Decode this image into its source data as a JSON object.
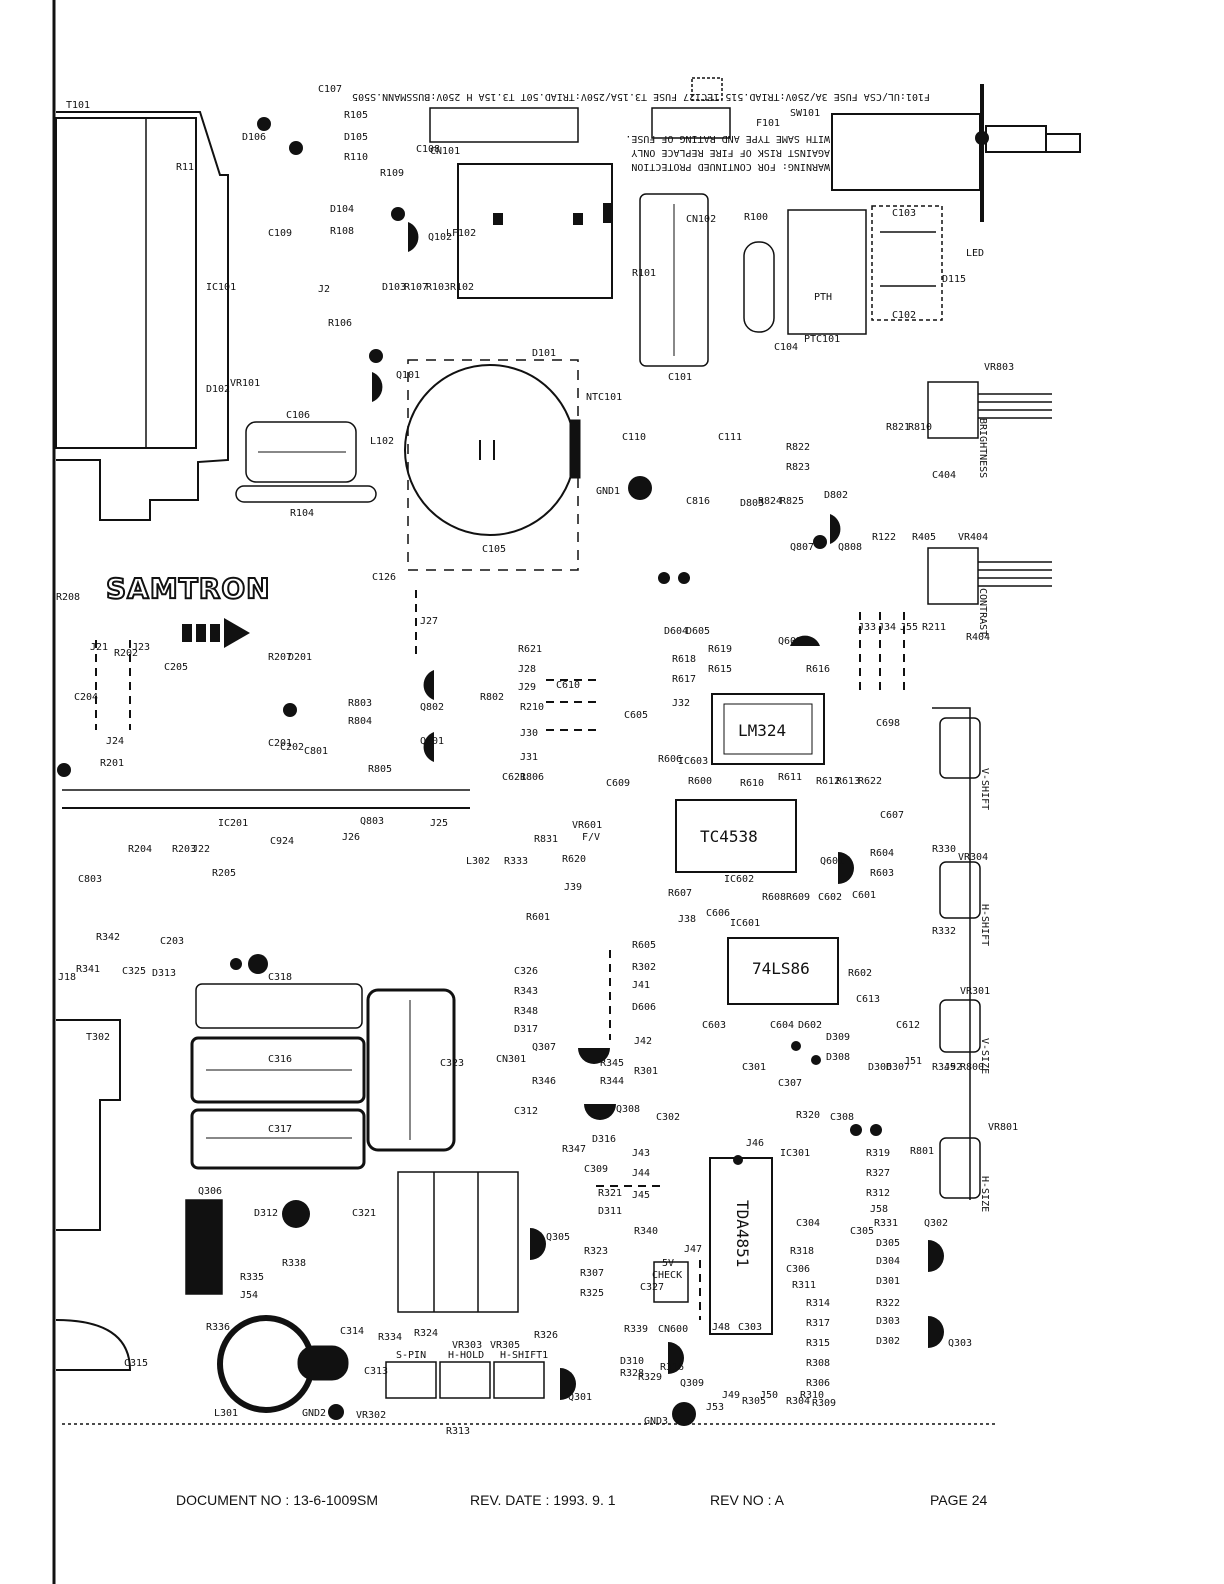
{
  "title_block": {
    "document_no": "DOCUMENT NO : 13-6-1009SM",
    "rev_date": "REV. DATE : 1993. 9. 1",
    "rev_no": "REV NO : A",
    "page": "PAGE 24"
  },
  "brand": "SAMTRON",
  "notes": {
    "fuse": "F101:UL/CSA FUSE 3A/250V:TRIAD.515 IEC127 FUSE T3.15A/250V:TRIAD.50T T3.15A H 250V:BUSSMANN.S505",
    "warning_1": "WARNING: FOR CONTINUED PROTECTION",
    "warning_2": "AGAINST RISK OF FIRE REPLACE ONLY",
    "warning_3": "WITH SAME TYPE AND RATING OF FUSE."
  },
  "ics": {
    "lm324": "LM324",
    "tc4538": "TC4538",
    "ls86": "74LS86",
    "tda4851": "TDA4851"
  },
  "controls": {
    "brightness": "BRIGHTNESS",
    "contrast": "CONTRAST",
    "v_shift": "V-SHIFT",
    "h_shift": "H-SHIFT",
    "v_size": "V-SIZE",
    "h_size": "H-SIZE",
    "s_pin": "S-PIN",
    "h_hold": "H-HOLD",
    "h_shift1": "H-SHIFT1",
    "check_5v": "5V",
    "check": "CHECK",
    "fv": "F/V",
    "pth": "PTH",
    "led": "LED"
  },
  "labels": [
    "T101",
    "C107",
    "R105",
    "D105",
    "R110",
    "R109",
    "C108",
    "CN101",
    "F101",
    "SW101",
    "R11",
    "IC101",
    "D106",
    "D104",
    "R108",
    "C109",
    "Q102",
    "LF102",
    "CN102",
    "R100",
    "C103",
    "D115",
    "R101",
    "C102",
    "PTC101",
    "J2",
    "R106",
    "D103",
    "R107",
    "R103",
    "R102",
    "D101",
    "NTC101",
    "C101",
    "C104",
    "VR101",
    "Q101",
    "D102",
    "C106",
    "L102",
    "C110",
    "C111",
    "R104",
    "VR803",
    "R821",
    "R810",
    "R822",
    "R823",
    "C404",
    "D802",
    "R824",
    "R825",
    "D803",
    "C816",
    "GND1",
    "Q807",
    "Q808",
    "R122",
    "R405",
    "VR404",
    "C105",
    "C126",
    "J27",
    "D604",
    "D605",
    "J33",
    "J34",
    "J55",
    "R211",
    "R404",
    "R208",
    "J21",
    "R202",
    "J23",
    "C205",
    "R207",
    "D201",
    "R621",
    "R619",
    "R618",
    "Q602",
    "J28",
    "R615",
    "R616",
    "J29",
    "C610",
    "R617",
    "R802",
    "C204",
    "R803",
    "Q802",
    "R804",
    "R210",
    "J32",
    "C201",
    "C202",
    "C801",
    "Q801",
    "J30",
    "C605",
    "C698",
    "J24",
    "R201",
    "R805",
    "J31",
    "C621",
    "R806",
    "C609",
    "R606",
    "IC603",
    "R600",
    "R610",
    "R611",
    "R612",
    "R613",
    "R622",
    "Q803",
    "IC201",
    "J26",
    "J25",
    "C924",
    "R831",
    "VR601",
    "R620",
    "L302",
    "R333",
    "C607",
    "R204",
    "R203",
    "J22",
    "R205",
    "R330",
    "Q601",
    "R604",
    "R603",
    "C803",
    "J39",
    "R607",
    "IC602",
    "R608",
    "R609",
    "C602",
    "C601",
    "J38",
    "C606",
    "IC601",
    "R601",
    "VR304",
    "R332",
    "C203",
    "R342",
    "R341",
    "J18",
    "C325",
    "D313",
    "C318",
    "C326",
    "R605",
    "R302",
    "R602",
    "R343",
    "J41",
    "R348",
    "D606",
    "C613",
    "D317",
    "C603",
    "C604",
    "D602",
    "D309",
    "C612",
    "VR301",
    "T302",
    "C316",
    "Q307",
    "R345",
    "J42",
    "D308",
    "D306",
    "D307",
    "J51",
    "J52",
    "R800",
    "R349",
    "C323",
    "CN301",
    "R346",
    "R344",
    "R301",
    "C301",
    "C307",
    "C312",
    "Q308",
    "C302",
    "R320",
    "C308",
    "C317",
    "R347",
    "D316",
    "J46",
    "IC301",
    "R801",
    "VR801",
    "R319",
    "Q306",
    "C309",
    "J43",
    "J44",
    "R327",
    "R312",
    "R321",
    "J45",
    "D311",
    "D312",
    "C321",
    "C304",
    "J58",
    "R331",
    "C305",
    "Q302",
    "Q305",
    "R340",
    "D305",
    "R318",
    "C306",
    "D304",
    "R338",
    "R323",
    "J47",
    "R311",
    "D301",
    "R335",
    "R307",
    "C327",
    "R325",
    "R314",
    "R322",
    "J54",
    "C314",
    "R334",
    "R324",
    "R339",
    "CN600",
    "J48",
    "C303",
    "R317",
    "D303",
    "R336",
    "R326",
    "VR303",
    "VR305",
    "R315",
    "D302",
    "Q303",
    "C315",
    "C313",
    "D310",
    "R328",
    "R329",
    "R316",
    "R308",
    "R306",
    "Q309",
    "J49",
    "J50",
    "R305",
    "R304",
    "R310",
    "R309",
    "L301",
    "GND2",
    "VR302",
    "Q301",
    "R313",
    "GND3",
    "J53"
  ]
}
